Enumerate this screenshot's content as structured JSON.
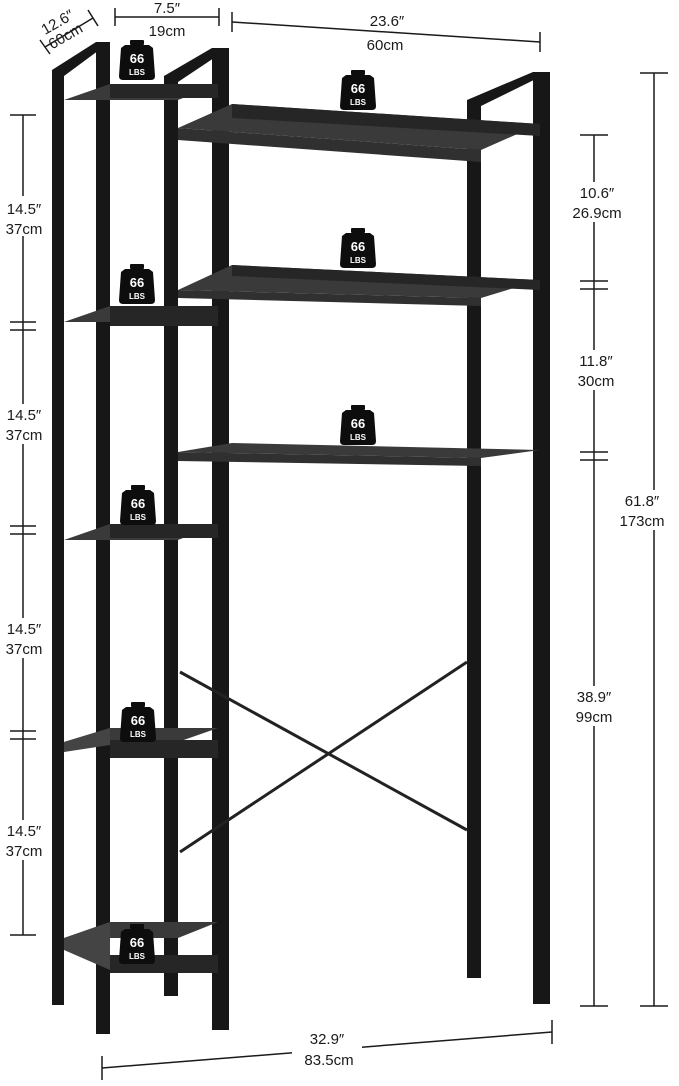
{
  "colors": {
    "background": "#ffffff",
    "frame": "#171717",
    "shelf_top": "#3a3a3a",
    "shelf_front": "#262626",
    "dimension_line": "#1a1a1a",
    "weight_badge": "#0d0d0d",
    "weight_text": "#ffffff"
  },
  "weight_capacity": {
    "value": "66",
    "unit": "LBS"
  },
  "dimensions": {
    "depth": {
      "inches": "12.6″",
      "cm": "60cm"
    },
    "side_width": {
      "inches": "7.5″",
      "cm": "19cm"
    },
    "top_width": {
      "inches": "23.6″",
      "cm": "60cm"
    },
    "side_spacings": [
      {
        "inches": "14.5″",
        "cm": "37cm"
      },
      {
        "inches": "14.5″",
        "cm": "37cm"
      },
      {
        "inches": "14.5″",
        "cm": "37cm"
      },
      {
        "inches": "14.5″",
        "cm": "37cm"
      }
    ],
    "upper_spacing_1": {
      "inches": "10.6″",
      "cm": "26.9cm"
    },
    "upper_spacing_2": {
      "inches": "11.8″",
      "cm": "30cm"
    },
    "clearance": {
      "inches": "38.9″",
      "cm": "99cm"
    },
    "total_height": {
      "inches": "61.8″",
      "cm": "173cm"
    },
    "total_width": {
      "inches": "32.9″",
      "cm": "83.5cm"
    }
  },
  "icons": {
    "weight": "kettlebell-weight-icon"
  }
}
